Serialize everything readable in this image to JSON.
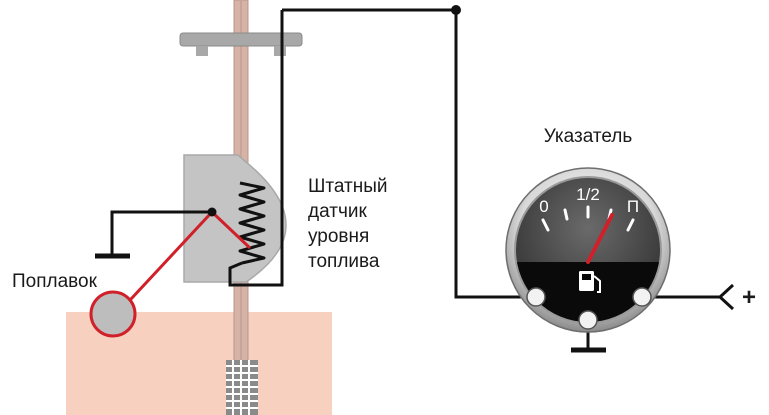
{
  "labels": {
    "float": "Поплавок",
    "sensor_line1": "Штатный",
    "sensor_line2": "датчик",
    "sensor_line3": "уровня",
    "sensor_line4": "топлива",
    "indicator": "Указатель",
    "plus": "+"
  },
  "gauge": {
    "mark_empty": "0",
    "mark_half": "1/2",
    "mark_full": "П",
    "icon": "fuel-pump-icon"
  },
  "colors": {
    "tank_liquid": "#f7d0bf",
    "float_red": "#d0202a",
    "wire": "#111111",
    "sensor_body": "#c4c4c4",
    "rod": "#d6b3a7"
  }
}
